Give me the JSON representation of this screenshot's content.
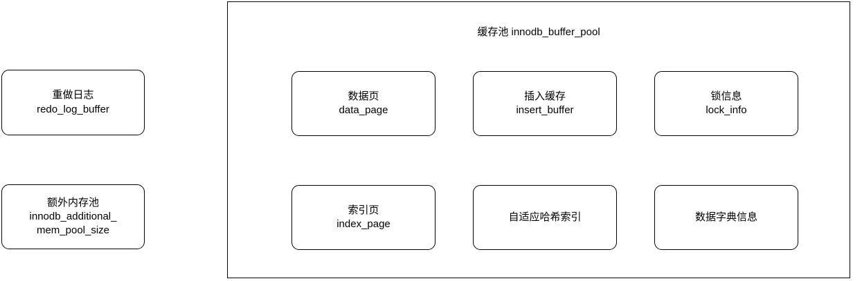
{
  "diagram": {
    "title_text": "缓存池 innodb_buffer_pool",
    "background_color": "#ffffff",
    "stroke_color": "#000000",
    "fill_color": "#ffffff"
  },
  "left_column": {
    "nodes": [
      {
        "name": "redo-log-buffer",
        "line1": "重做日志",
        "line2": "redo_log_buffer"
      },
      {
        "name": "additional-mem-pool",
        "line1": "额外内存池",
        "line2": "innodb_additional_",
        "line3": "mem_pool_size"
      }
    ]
  },
  "buffer_pool": {
    "title": "缓存池 innodb_buffer_pool",
    "nodes": [
      {
        "name": "data-page",
        "line1": "数据页",
        "line2": "data_page"
      },
      {
        "name": "insert-buffer",
        "line1": "插入缓存",
        "line2": "insert_buffer"
      },
      {
        "name": "lock-info",
        "line1": "锁信息",
        "line2": "lock_info"
      },
      {
        "name": "index-page",
        "line1": "索引页",
        "line2": "index_page"
      },
      {
        "name": "adaptive-hash-index",
        "line1": "自适应哈希索引"
      },
      {
        "name": "data-dictionary-info",
        "line1": "数据字典信息"
      }
    ]
  }
}
